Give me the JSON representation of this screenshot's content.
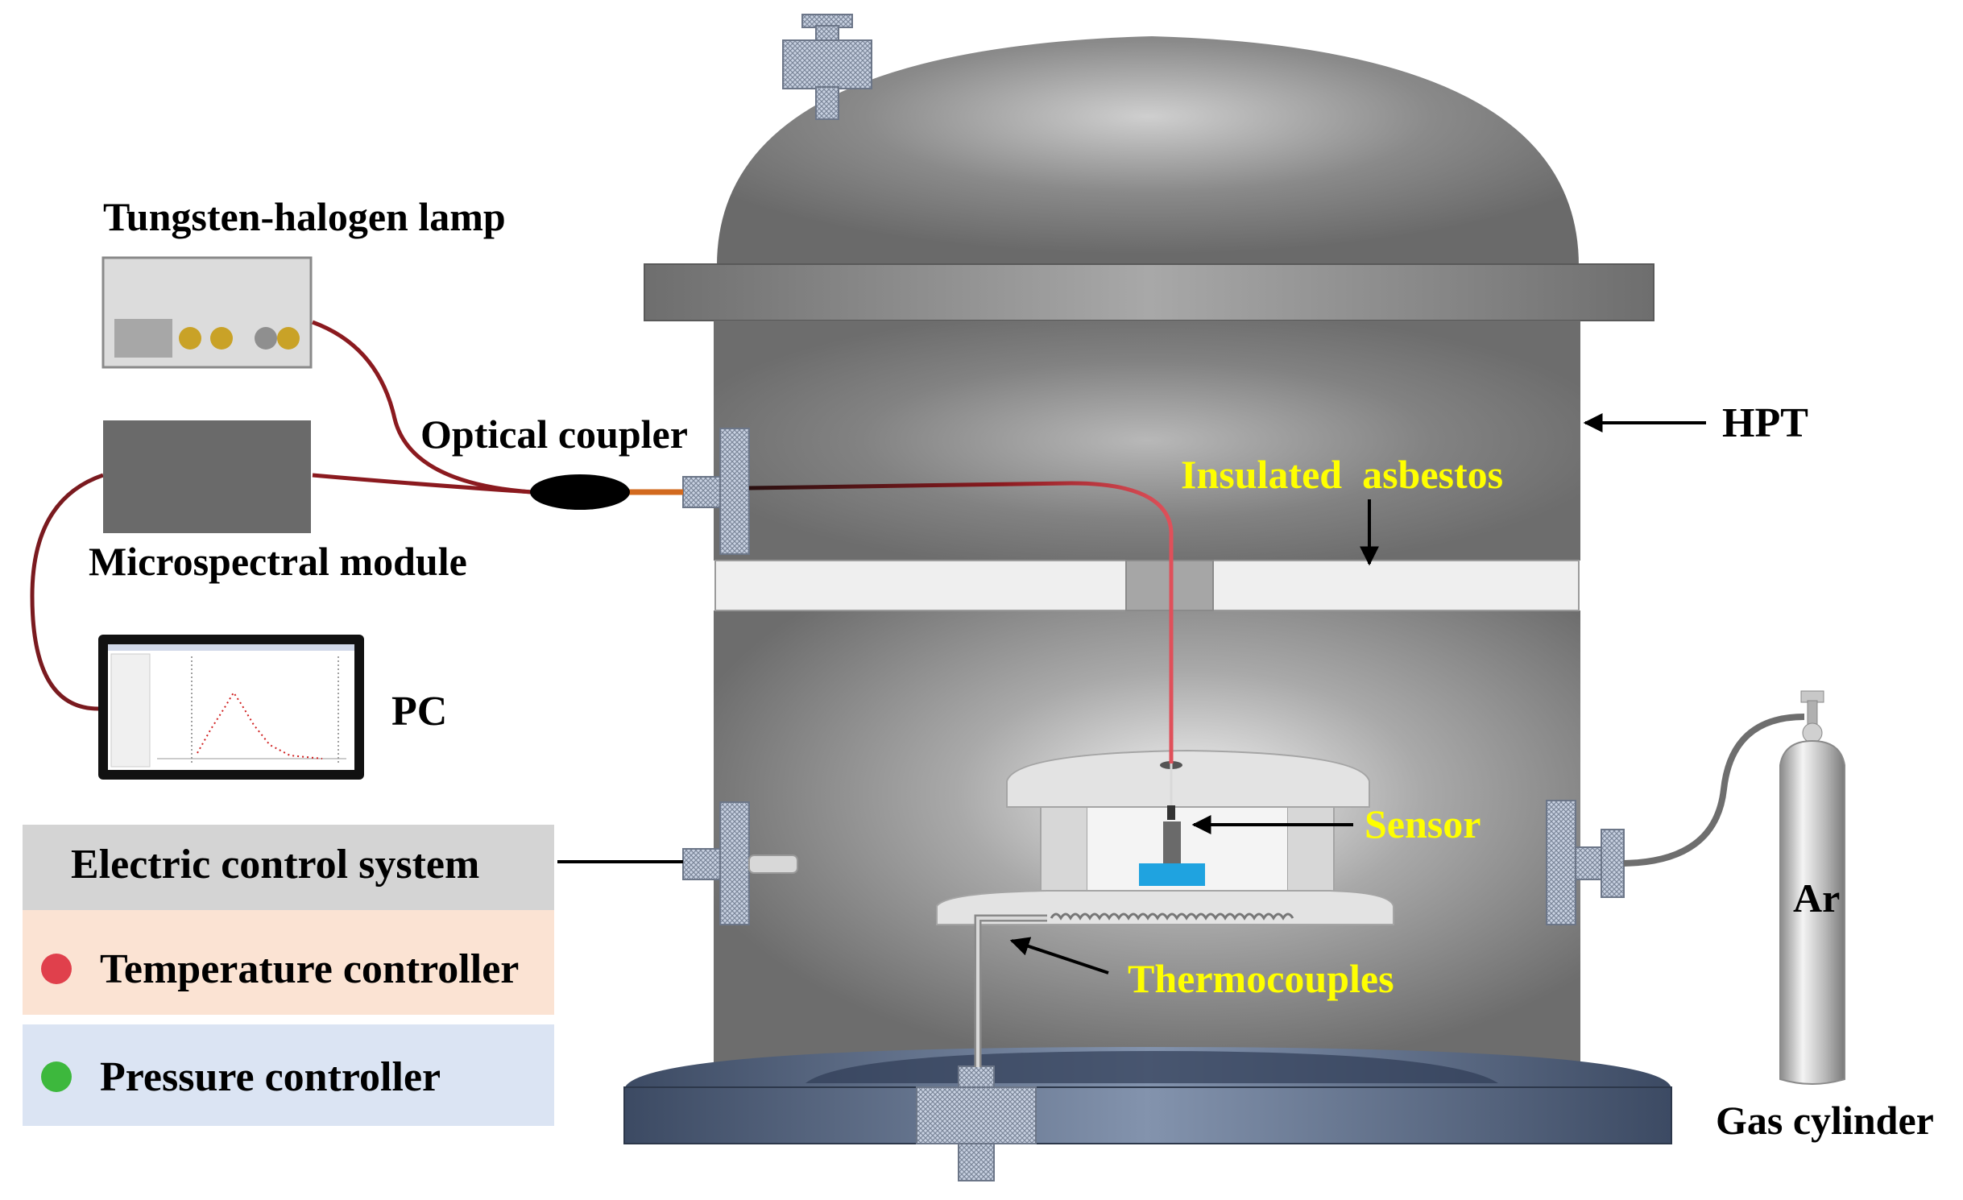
{
  "labels": {
    "lamp": "Tungsten-halogen lamp",
    "coupler": "Optical coupler",
    "module": "Microspectral module",
    "pc": "PC",
    "hpt": "HPT",
    "asbestos": "Insulated  asbestos",
    "sensor": "Sensor",
    "thermocouples": "Thermocouples",
    "gas": "Gas cylinder",
    "ar": "Ar"
  },
  "control_panel": {
    "title": "Electric control system",
    "items": [
      {
        "label": "Temperature controller",
        "dot_color": "#e0404c",
        "bg": "#fbe3d3"
      },
      {
        "label": "Pressure controller",
        "dot_color": "#3db83d",
        "bg": "#dbe4f3"
      }
    ]
  },
  "colors": {
    "vessel": "#6f6f6f",
    "highlight_text": "#ffff00",
    "fiber": "#c0272d",
    "substrate": "#1fa3e0",
    "header_bg": "#d4d4d4"
  }
}
